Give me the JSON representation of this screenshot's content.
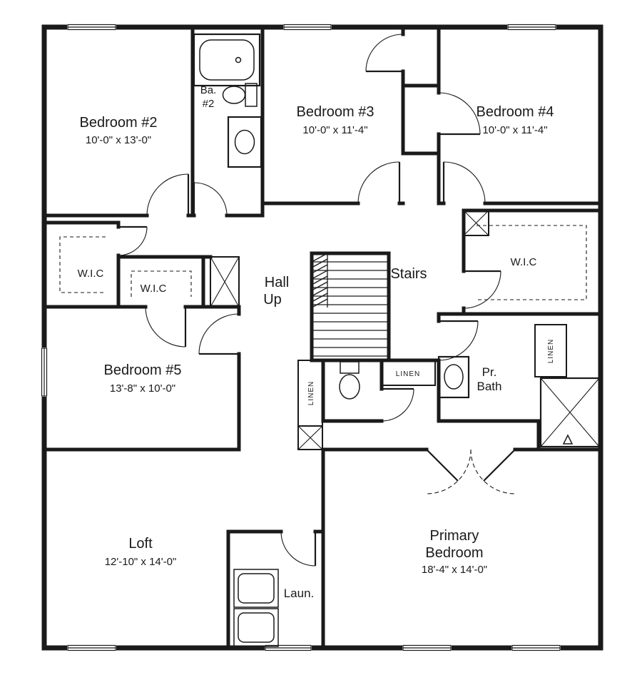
{
  "colors": {
    "wall": "#1a1a1a",
    "background": "#ffffff"
  },
  "rooms": {
    "bedroom2": {
      "name": "Bedroom #2",
      "dims": "10'-0\" x 13'-0\""
    },
    "bath2": {
      "line1": "Ba.",
      "line2": "#2"
    },
    "bedroom3": {
      "name": "Bedroom #3",
      "dims": "10'-0\" x 11'-4\""
    },
    "bedroom4": {
      "name": "Bedroom #4",
      "dims": "10'-0\" x 11'-4\""
    },
    "wic_left": {
      "label": "W.I.C"
    },
    "wic_mid": {
      "label": "W.I.C"
    },
    "wic_right": {
      "label": "W.I.C"
    },
    "hall": {
      "line1": "Hall",
      "line2": "Up"
    },
    "stairs": {
      "label": "Stairs"
    },
    "bedroom5": {
      "name": "Bedroom #5",
      "dims": "13'-8\" x 10'-0\""
    },
    "linen_left": {
      "label": "LINEN"
    },
    "linen_center": {
      "label": "LINEN"
    },
    "linen_right": {
      "label": "LINEN"
    },
    "pr_bath": {
      "line1": "Pr.",
      "line2": "Bath"
    },
    "loft": {
      "name": "Loft",
      "dims": "12'-10\" x 14'-0\""
    },
    "laundry": {
      "name": "Laun."
    },
    "primary": {
      "line1": "Primary",
      "line2": "Bedroom",
      "dims": "18'-4\" x 14'-0\""
    }
  }
}
